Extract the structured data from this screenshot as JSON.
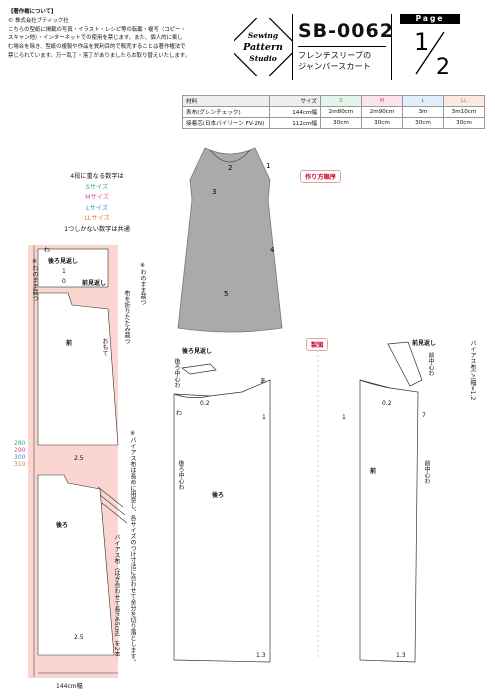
{
  "copyright": {
    "heading": "【著作権について】",
    "company": "© 株式会社ブティック社",
    "body": [
      "こちらの型紙に掲載の写真・イラスト・レシピ等の転載・複写（コピー・",
      "スキャン他）・インターネットでの使用を禁じます。また、個人的に楽し",
      "む場合を除き、型紙の複製や作品を質利目的で販売することは著作権法で",
      "禁じられています。万一乱丁・落丁がありましたらお取り替えいたします。"
    ]
  },
  "logo": {
    "line1": "Sewing",
    "line2": "Pattern",
    "line3": "Studio"
  },
  "pattern_code": "SB-0062",
  "pattern_title": [
    "フレンチスリーブの",
    "ジャンパースカート"
  ],
  "page": {
    "header": "Page",
    "current": "1",
    "total": "2"
  },
  "materials": {
    "col_header": "材料",
    "size_header": "サイズ",
    "sizes": [
      {
        "label": "S",
        "color": "#2fb36f"
      },
      {
        "label": "M",
        "color": "#e1508f"
      },
      {
        "label": "L",
        "color": "#3a8fd6"
      },
      {
        "label": "LL",
        "color": "#e07a3a"
      }
    ],
    "rows": [
      {
        "name": "表布(グレンチェック)",
        "width": "144cm幅",
        "values": [
          "2m80cm",
          "2m90cm",
          "3m",
          "3m10cm"
        ]
      },
      {
        "name": "接着芯(日本バイリーン FV-2N)",
        "width": "112cm幅",
        "values": [
          "30cm",
          "30cm",
          "30cm",
          "30cm"
        ]
      }
    ]
  },
  "legend": {
    "title": "4段に重なる数字は",
    "lines": [
      {
        "text": "Sサイズ",
        "color": "#2fb36f"
      },
      {
        "text": "Mサイズ",
        "color": "#e1508f"
      },
      {
        "text": "Lサイズ",
        "color": "#3a8fd6"
      },
      {
        "text": "LLサイズ",
        "color": "#e07a3a"
      }
    ],
    "footer": "1つしかない数字は共通"
  },
  "tags": {
    "steps": "作り方順序",
    "drafting": "製図"
  },
  "dress_steps": [
    "1",
    "2",
    "3",
    "4",
    "5"
  ],
  "layout_labels": {
    "wa": "わ",
    "back_facing": "後ろ見返し",
    "front_facing": "前見返し",
    "keep_fold_left": "※わのまま裁つ",
    "keep_fold_right": "※わのまま裁つ",
    "fold_note": "布を折りたたみ裁つ",
    "face": "おもて",
    "front": "前",
    "back": "後ろ",
    "bias_label": "バイアス布",
    "bias_note": "※バイアス布は長めに用意し、各サイズのつけ寸法に合わせて余分を切り落とします。",
    "bias_size": "バイアス布（はぎ合わせて長さ65cm）を2本",
    "width_144": "144cm幅",
    "n25a": "2.5",
    "n25b": "2.5",
    "n1": "1",
    "n0": "0",
    "total_lengths": [
      {
        "text": "280",
        "color": "#2fb36f"
      },
      {
        "text": "290",
        "color": "#e1508f"
      },
      {
        "text": "300",
        "color": "#3a8fd6"
      },
      {
        "text": "310",
        "color": "#e07a3a"
      }
    ]
  },
  "draft_labels": {
    "back_facing": "後ろ見返し",
    "front_facing": "前見返し",
    "back_center": "後ろ中心わ",
    "back_center2": "後ろ中心わ",
    "front_center": "前中心わ",
    "front_center2": "前中心わ",
    "back": "後ろ",
    "front": "前",
    "bias_width": "バイアス布(↗)幅=1.2",
    "m02a": "0.2",
    "m02b": "0.2",
    "m1a": "1",
    "m1b": "1",
    "m7": "7",
    "m13a": "1.3",
    "m13b": "1.3",
    "fold_mark": "わ",
    "o_mark": "あ"
  }
}
